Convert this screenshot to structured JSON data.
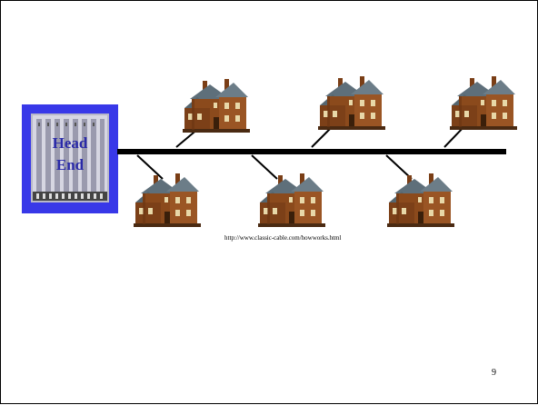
{
  "head_end": {
    "line1": "Head",
    "line2": "End"
  },
  "houses": [
    {
      "name": "house-top-1"
    },
    {
      "name": "house-top-2"
    },
    {
      "name": "house-top-3"
    },
    {
      "name": "house-bottom-1"
    },
    {
      "name": "house-bottom-2"
    },
    {
      "name": "house-bottom-3"
    }
  ],
  "source_url": "http://www.classic-cable.com/howworks.html",
  "page_number": "9",
  "colors": {
    "head_end_bg": "#3838e8",
    "cable": "#000000",
    "house_body": "#8b4a1c",
    "house_roof": "#5e6f7a"
  }
}
